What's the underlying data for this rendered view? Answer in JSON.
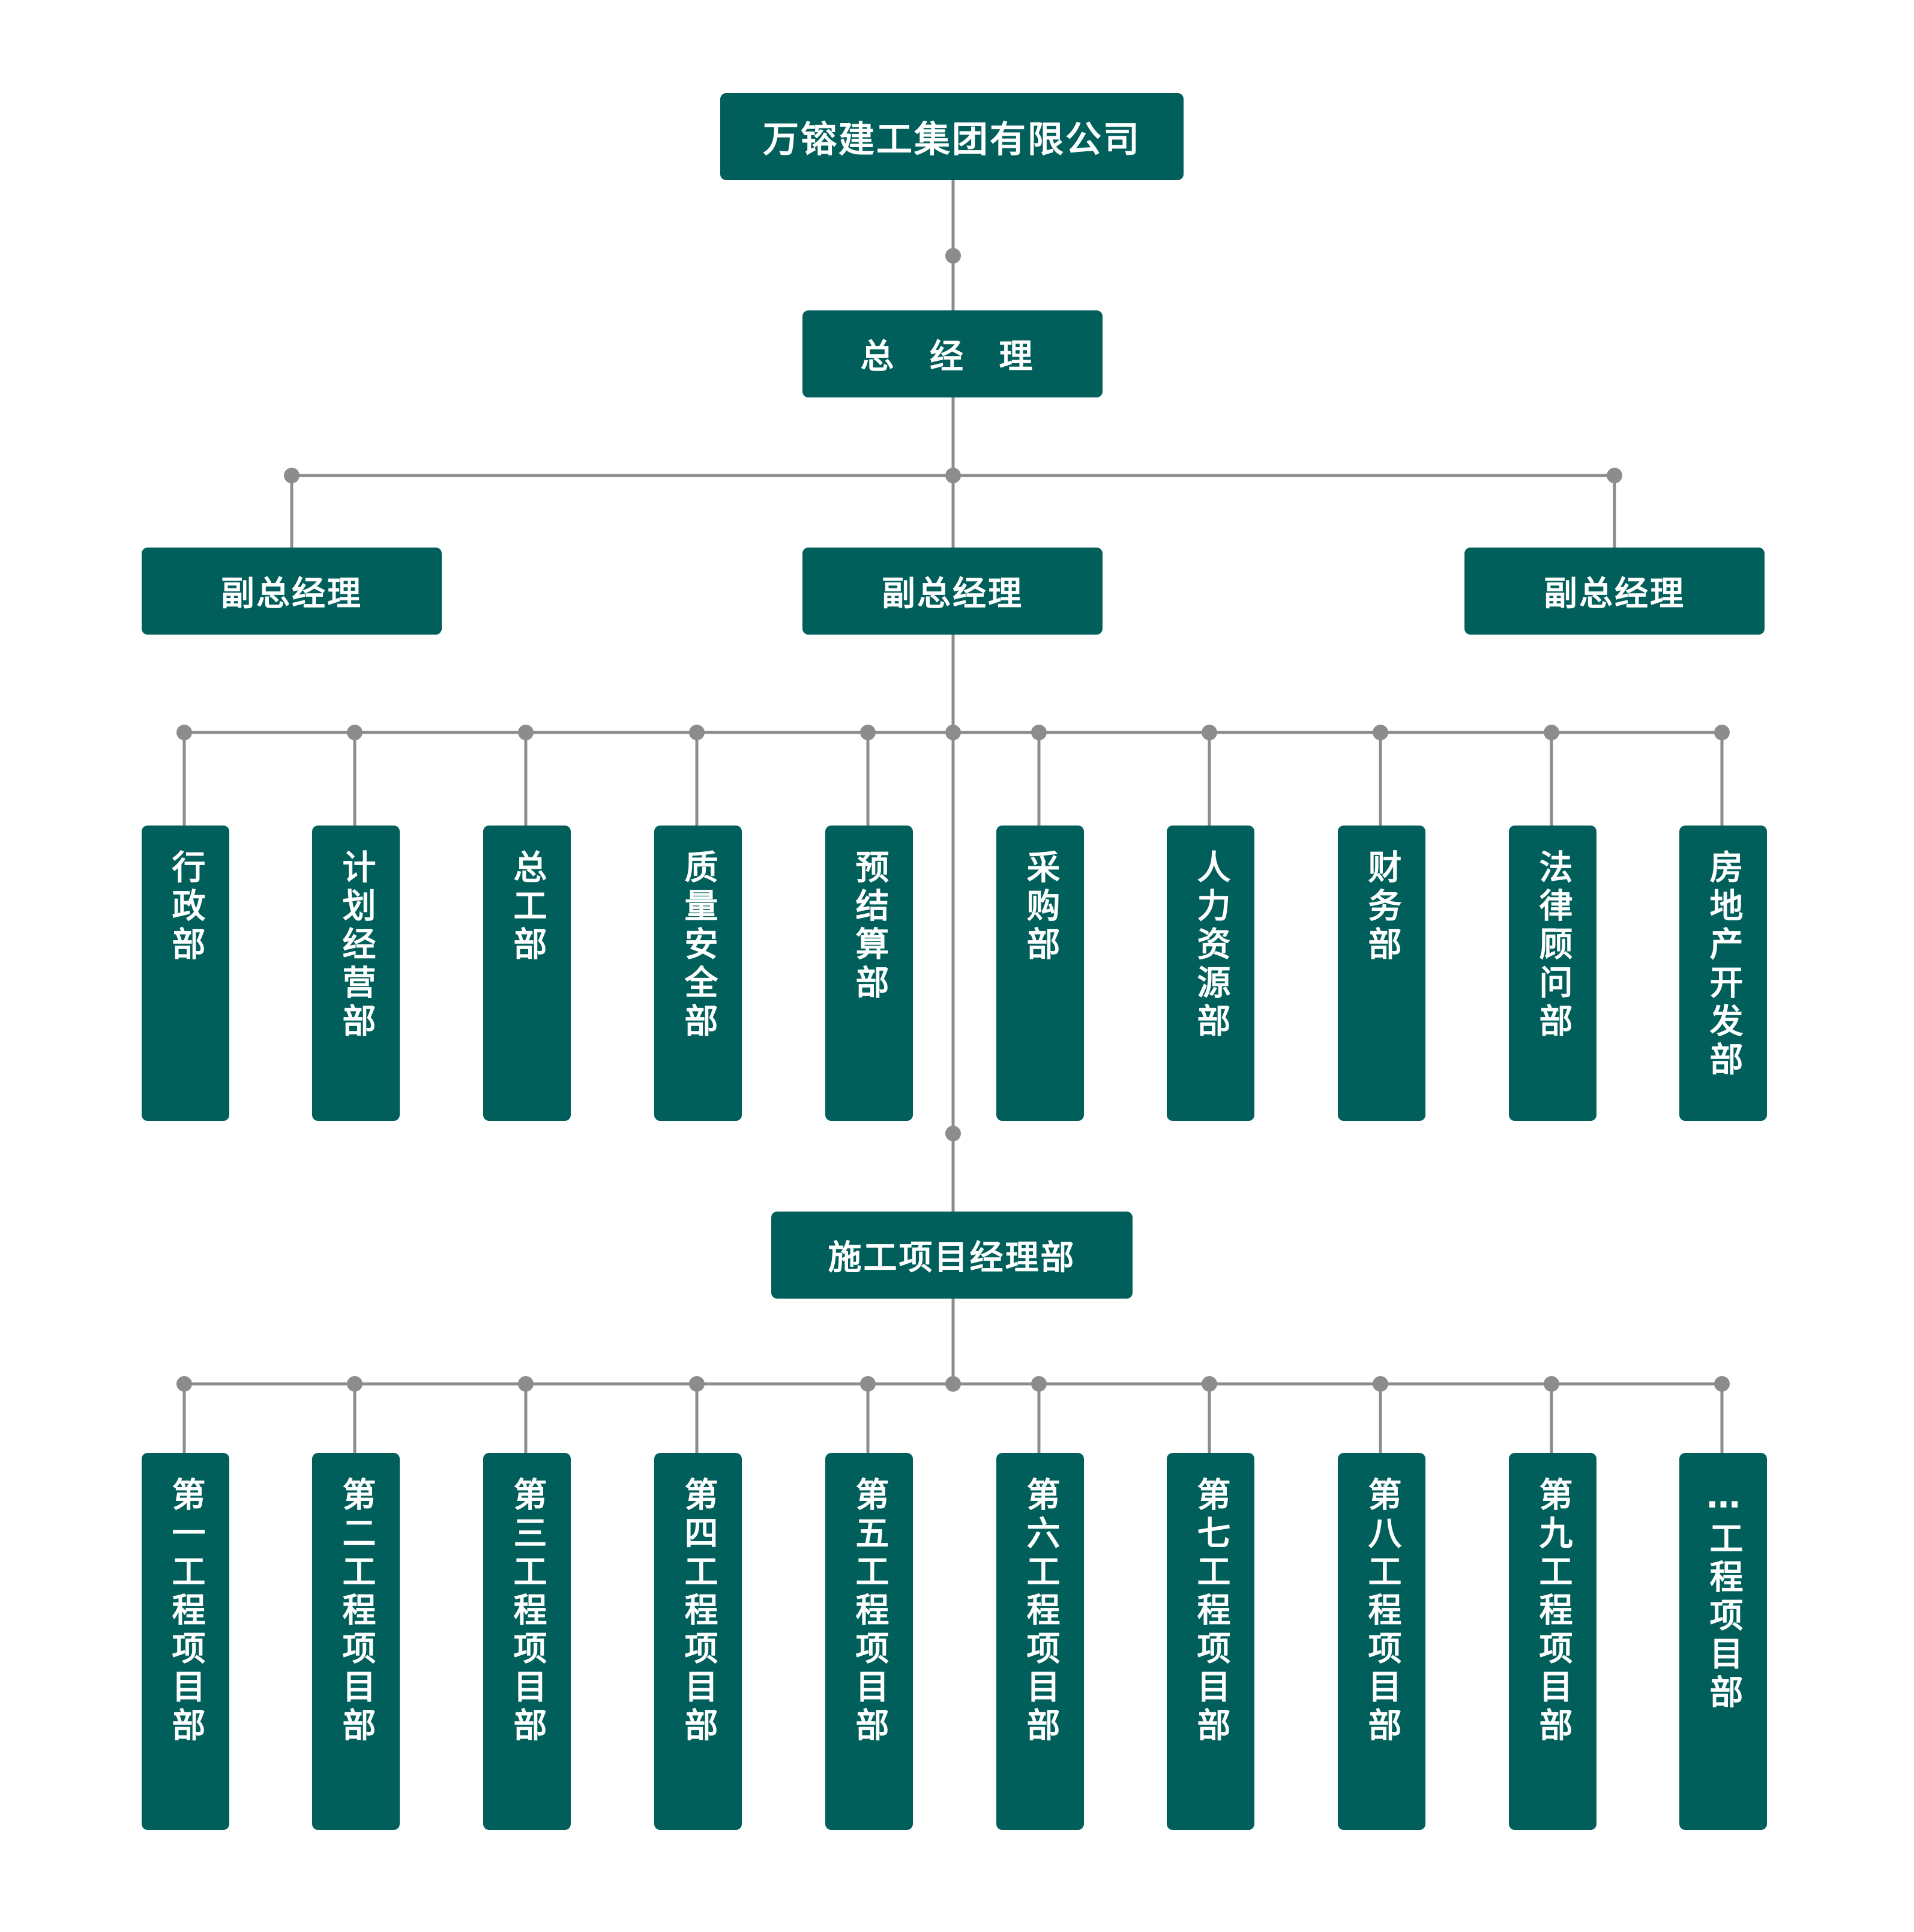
{
  "company": "万镕建工集团有限公司",
  "general_manager": "总 经 理",
  "deputy_managers": [
    "副总经理",
    "副总经理",
    "副总经理"
  ],
  "departments": [
    "行政部",
    "计划经营部",
    "总工部",
    "质量安全部",
    "预结算部",
    "采购部",
    "人力资源部",
    "财务部",
    "法律顾问部",
    "房地产开发部"
  ],
  "construction_dept": "施工项目经理部",
  "project_depts": [
    "第一工程项目部",
    "第二工程项目部",
    "第三工程项目部",
    "第四工程项目部",
    "第五工程项目部",
    "第六工程项目部",
    "第七工程项目部",
    "第八工程项目部",
    "第九工程项目部",
    "…工程项目部"
  ],
  "colors": {
    "box": "#005f5b",
    "text": "#ffffff",
    "line": "#8c8c8c"
  }
}
